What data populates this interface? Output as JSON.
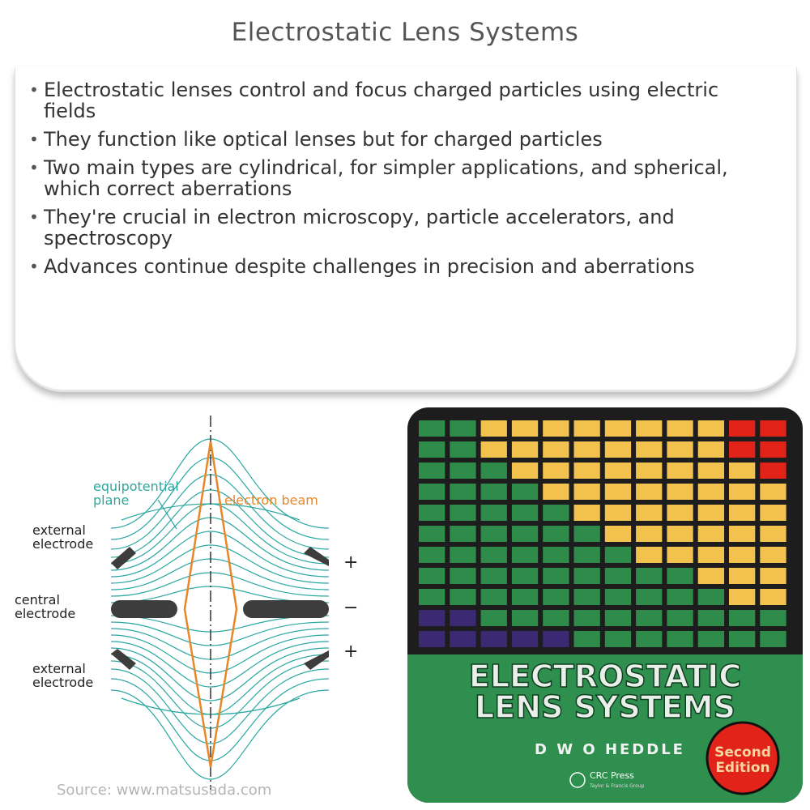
{
  "header": {
    "title": "Electrostatic Lens Systems"
  },
  "bullets": [
    "Electrostatic lenses control and focus charged particles using electric fields",
    "They function like optical lenses but for charged particles",
    "Two main types are cylindrical, for simpler applications, and spherical, which correct aberrations",
    "They're crucial in electron microscopy, particle accelerators, and spectroscopy",
    "Advances continue despite challenges in precision and aberrations"
  ],
  "diagram": {
    "equipotential_label_1": "equipotential",
    "equipotential_label_2": "plane",
    "beam_label": "electron beam",
    "external_top_1": "external",
    "external_top_2": "electrode",
    "central_1": "central",
    "central_2": "electrode",
    "external_bottom_1": "external",
    "external_bottom_2": "electrode",
    "sign_top": "+",
    "sign_mid": "−",
    "sign_bottom": "+",
    "source": "Source: www.matsusada.com",
    "colors": {
      "equipotential": "#2aa8a0",
      "beam": "#e8872a",
      "electrode": "#3d3d3d"
    }
  },
  "book": {
    "title_line1": "ELECTROSTATIC",
    "title_line2": "LENS SYSTEMS",
    "author": "D W O HEDDLE",
    "publisher": "CRC Press",
    "publisher_sub": "Taylor & Francis Group",
    "badge_line1": "Second",
    "badge_line2": "Edition",
    "colors": {
      "green": "#2e8b4a",
      "yellow": "#f2c14e",
      "red": "#e2231a",
      "purple": "#3b2a73",
      "cover_green": "#2f8f4e"
    }
  }
}
